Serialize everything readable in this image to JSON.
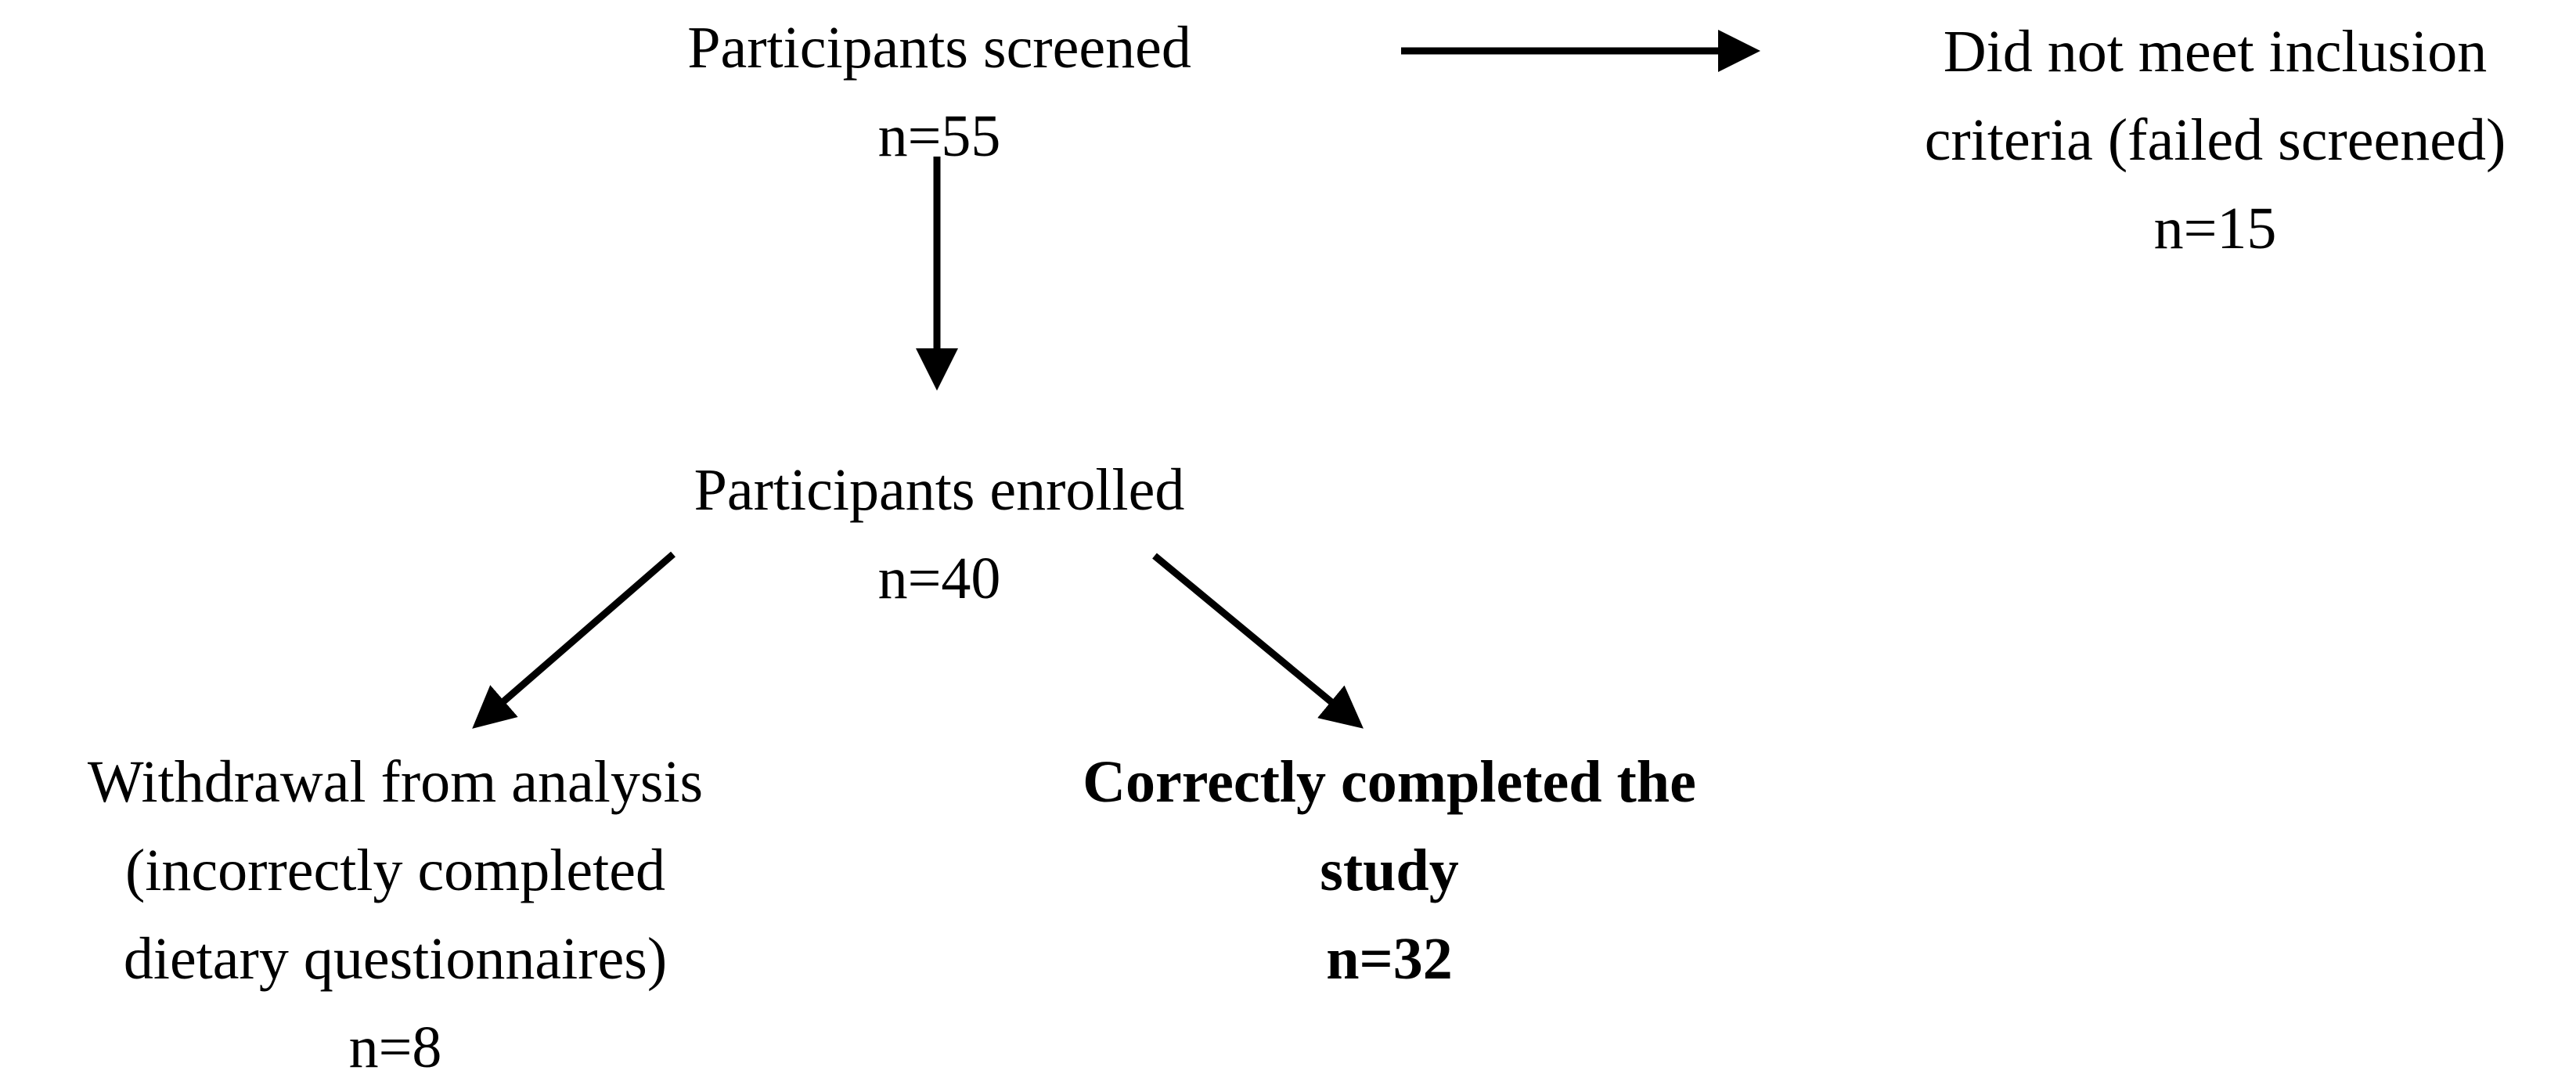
{
  "screened": {
    "label": "Participants screened",
    "count": "n=55"
  },
  "excluded": {
    "label_line1": "Did not meet inclusion",
    "label_line2": "criteria (failed screened)",
    "count": "n=15"
  },
  "enrolled": {
    "label": "Participants enrolled",
    "count": "n=40"
  },
  "withdrawn": {
    "label_line1": "Withdrawal from analysis",
    "label_line2": "(incorrectly completed",
    "label_line3": "dietary questionnaires)",
    "count": "n=8"
  },
  "completed": {
    "label_line1": "Correctly completed the",
    "label_line2": "study",
    "count": "n=32"
  }
}
